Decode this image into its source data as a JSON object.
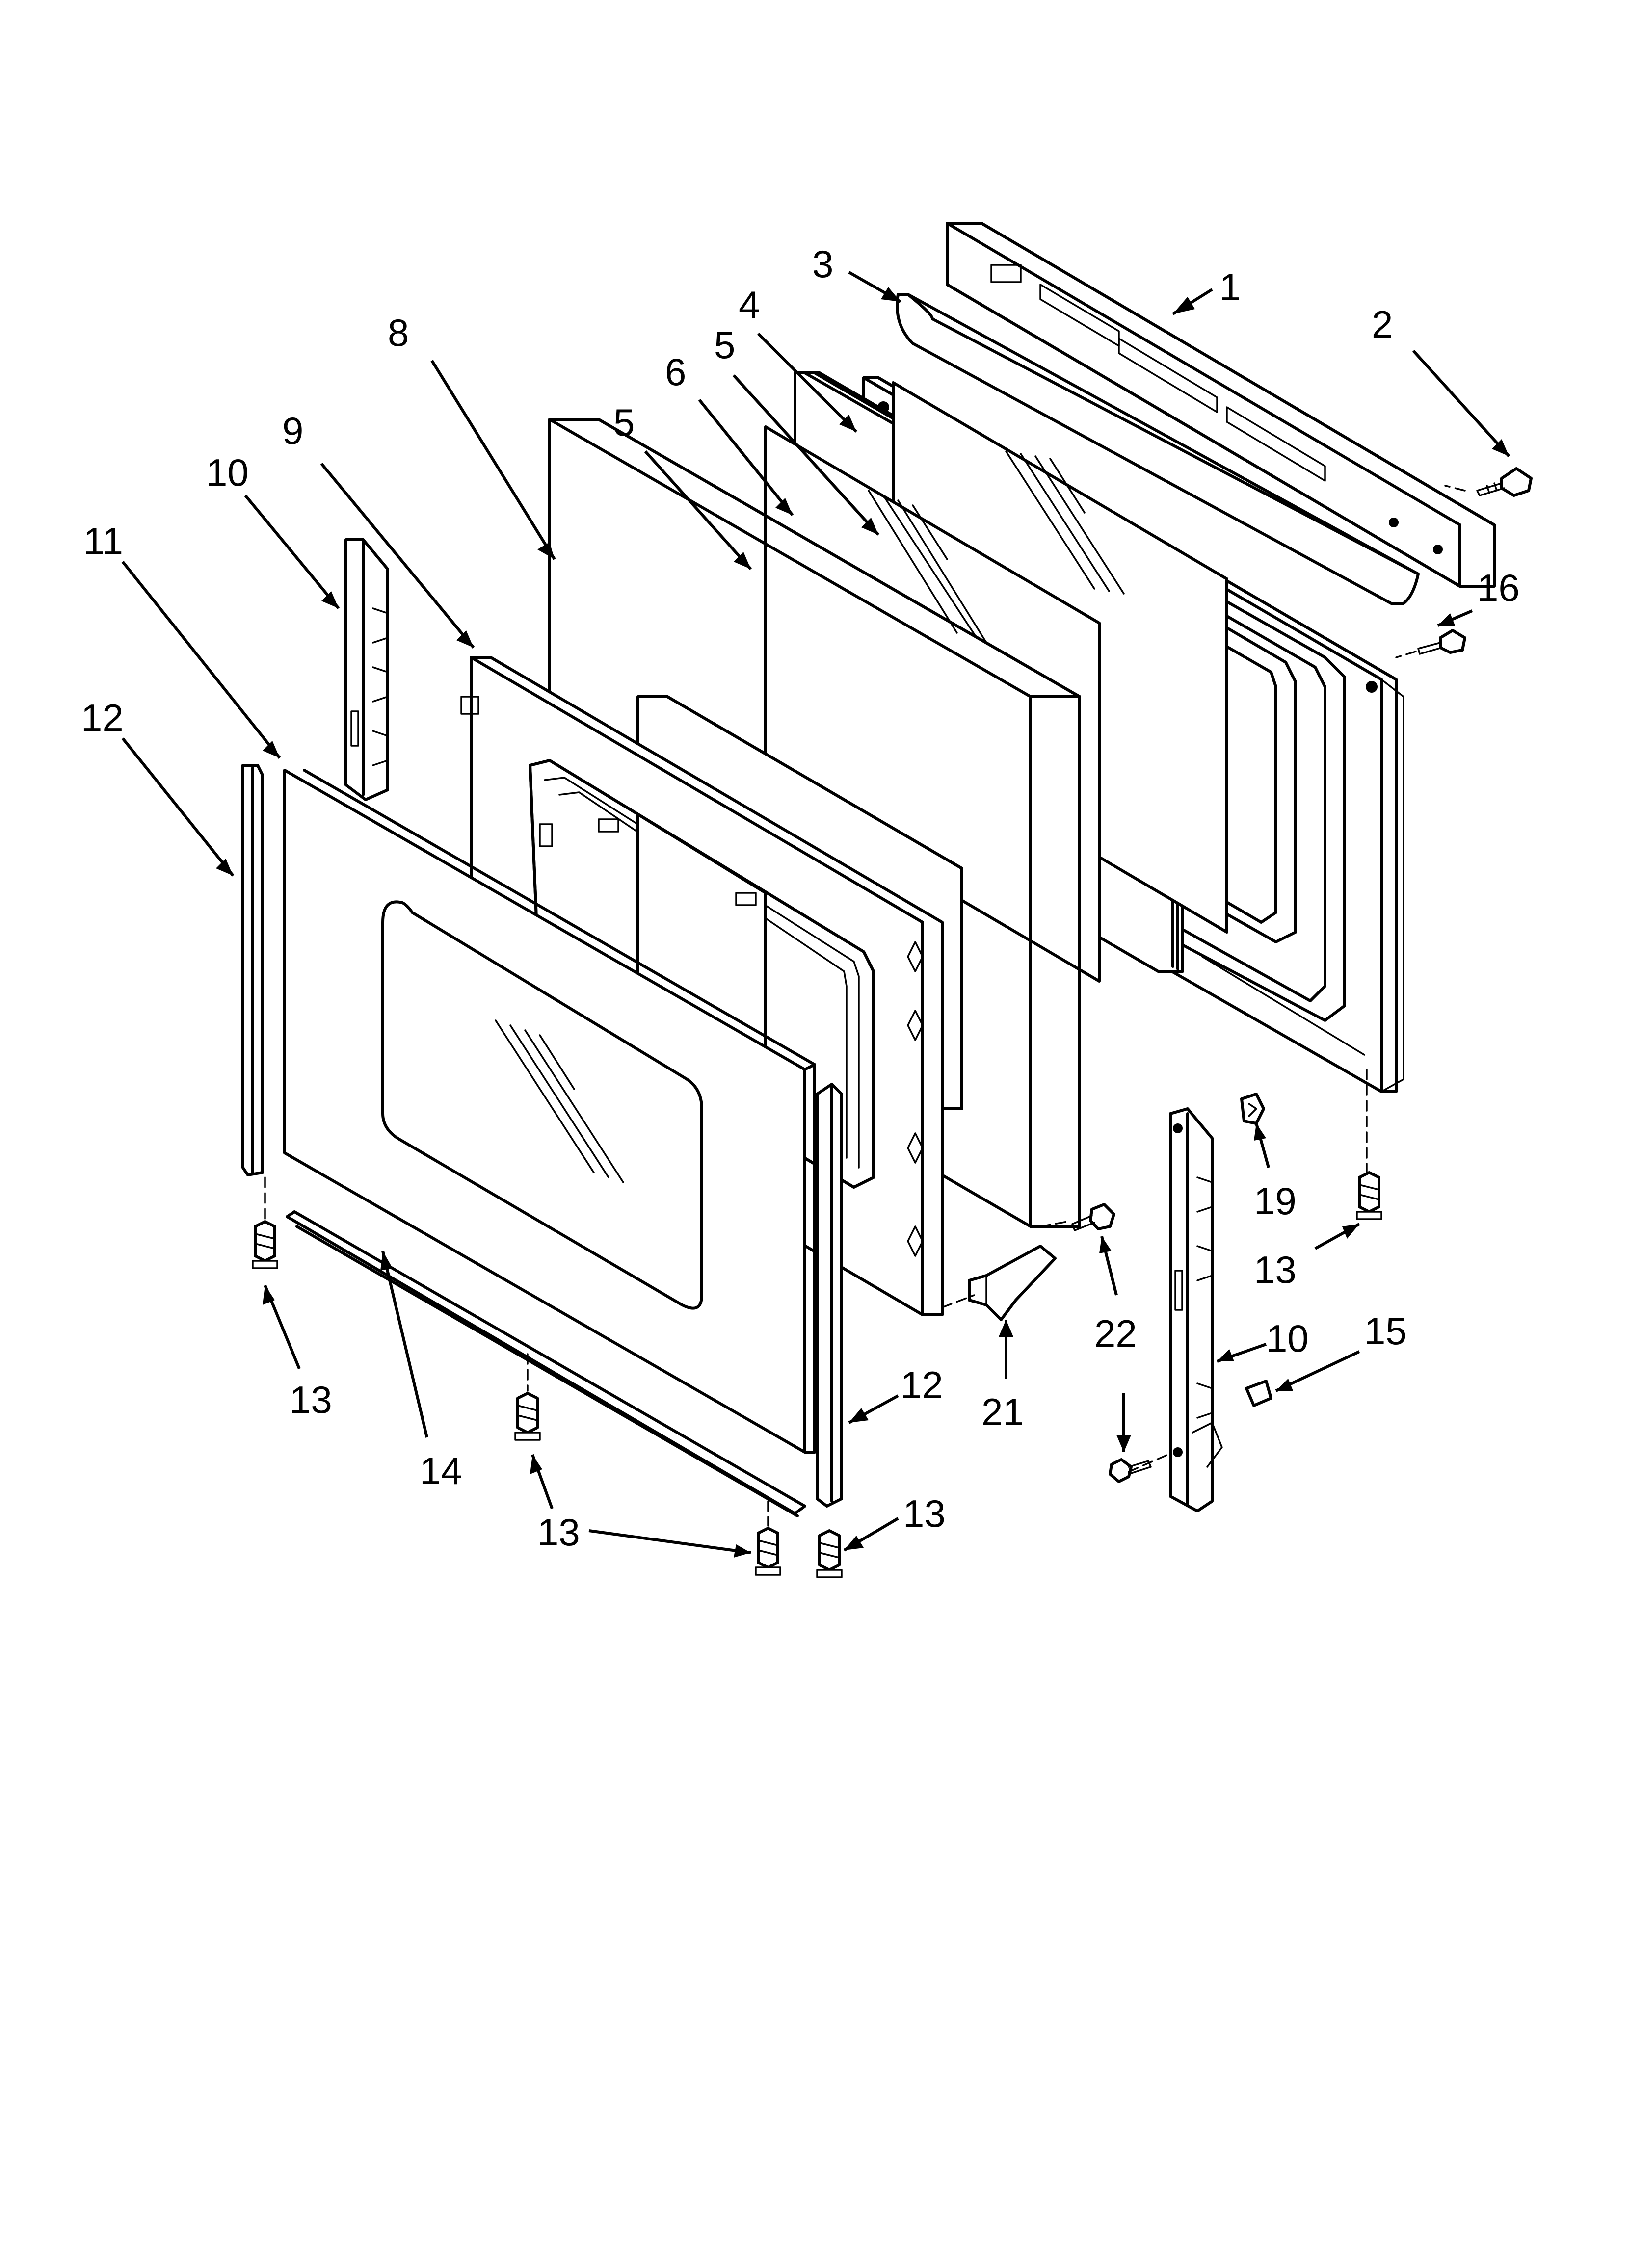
{
  "diagram": {
    "callouts": [
      {
        "id": "c1",
        "label": "1"
      },
      {
        "id": "c2",
        "label": "2"
      },
      {
        "id": "c3",
        "label": "3"
      },
      {
        "id": "c4",
        "label": "4"
      },
      {
        "id": "c5a",
        "label": "5"
      },
      {
        "id": "c5b",
        "label": "5"
      },
      {
        "id": "c6",
        "label": "6"
      },
      {
        "id": "c8",
        "label": "8"
      },
      {
        "id": "c9",
        "label": "9"
      },
      {
        "id": "c10a",
        "label": "10"
      },
      {
        "id": "c11",
        "label": "11"
      },
      {
        "id": "c12a",
        "label": "12"
      },
      {
        "id": "c16",
        "label": "16"
      },
      {
        "id": "c19",
        "label": "19"
      },
      {
        "id": "c13a",
        "label": "13"
      },
      {
        "id": "c13b",
        "label": "13"
      },
      {
        "id": "c22",
        "label": "22"
      },
      {
        "id": "c10b",
        "label": "10"
      },
      {
        "id": "c15",
        "label": "15"
      },
      {
        "id": "c12b",
        "label": "12"
      },
      {
        "id": "c21",
        "label": "21"
      },
      {
        "id": "c14",
        "label": "14"
      },
      {
        "id": "c13c",
        "label": "13"
      },
      {
        "id": "c13d",
        "label": "13"
      }
    ]
  }
}
